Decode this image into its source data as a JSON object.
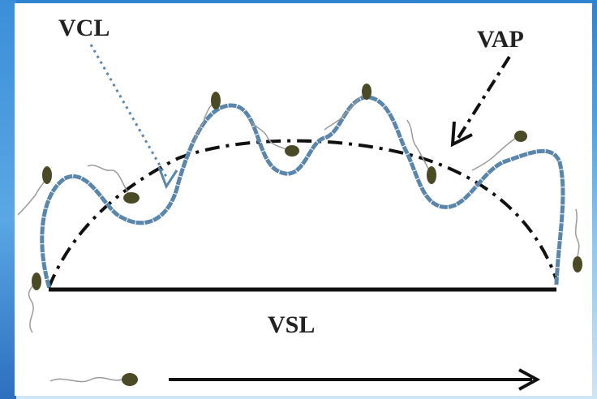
{
  "labels": {
    "vcl": "VCL",
    "vap": "VAP",
    "vsl": "VSL"
  },
  "colors": {
    "vcl_path": "#5b86ab",
    "vap_path": "#111111",
    "vsl_line": "#111111",
    "sperm_head": "#4a4a26",
    "sperm_tail": "#9a9a9a",
    "background_blue": "#3f8fd0"
  }
}
